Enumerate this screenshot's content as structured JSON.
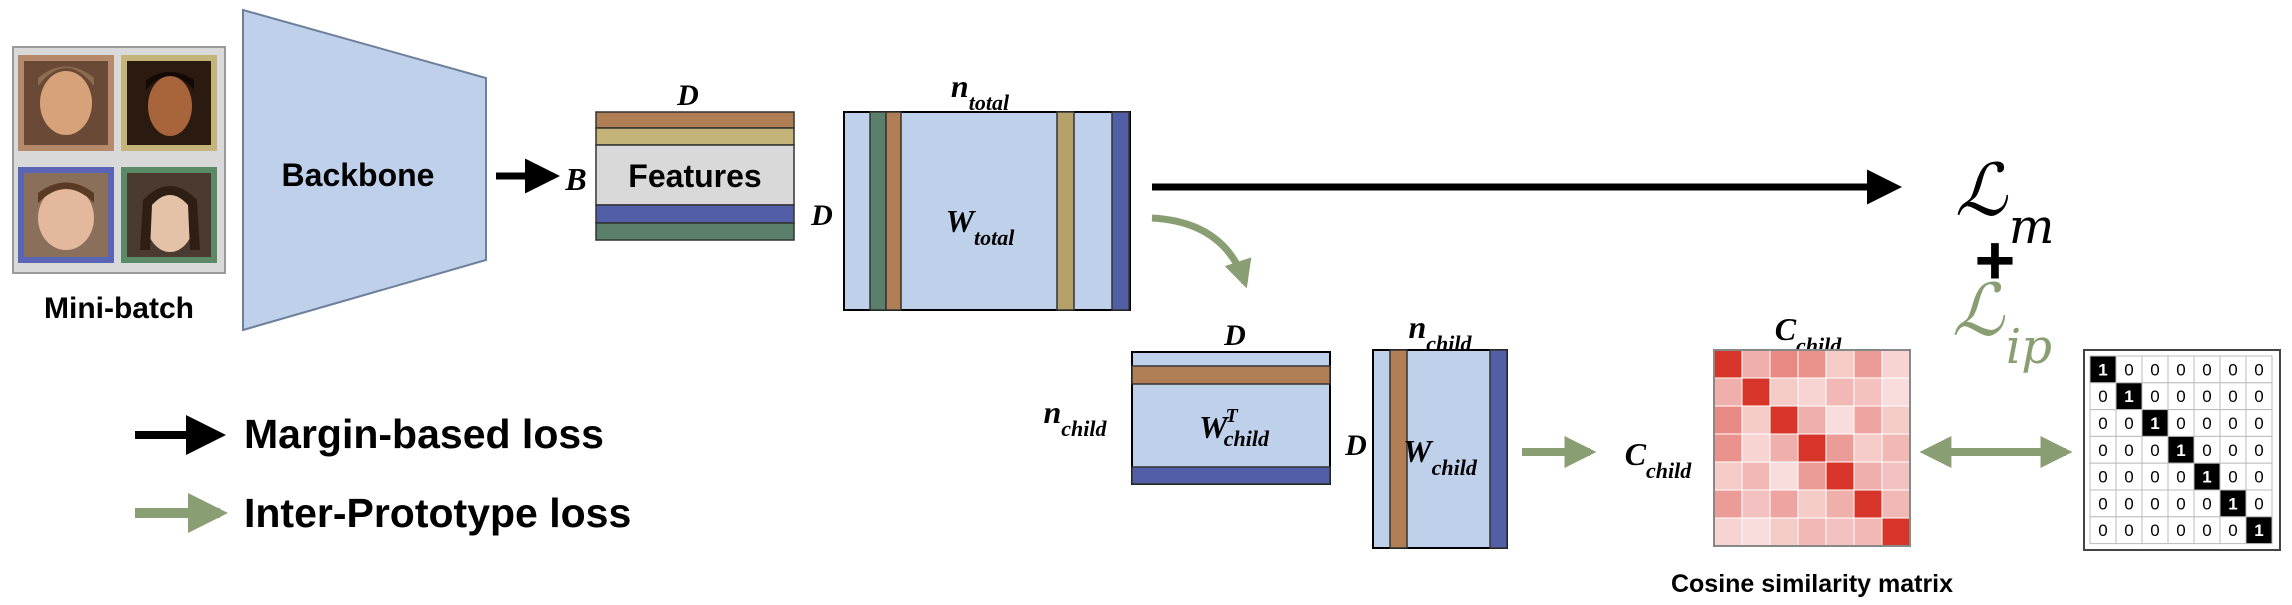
{
  "labels": {
    "mini_batch": "Mini-batch",
    "backbone": "Backbone",
    "batch_dim": "B",
    "features": "Features",
    "d": "D",
    "n": "n",
    "w": "W",
    "c": "C",
    "sub_total": "total",
    "sub_child": "child",
    "sup_t": "T",
    "loss_m_script": "ℒ",
    "loss_m_sub": "m",
    "plus": "+",
    "loss_ip_script": "ℒ",
    "loss_ip_sub": "ip",
    "cosine_similarity_matrix": "Cosine similarity matrix"
  },
  "legend": {
    "margin_based_loss": "Margin-based loss",
    "inter_prototype_loss": "Inter-Prototype loss"
  },
  "colors": {
    "black_arrow": "#000000",
    "green_arrow": "#8a9e74",
    "light_blue": "#bfd0ea",
    "stripe_brown": "#b07f56",
    "stripe_gold": "#b5a06a",
    "stripe_purple": "#525ea6",
    "stripe_green": "#5a7f6a",
    "features_gray": "#d9d9d9",
    "heat_red": "#d8352a"
  },
  "images": [
    {
      "name": "face-image-1",
      "frame_color": "#b58a6a"
    },
    {
      "name": "face-image-2",
      "frame_color": "#c5b47a"
    },
    {
      "name": "face-image-3",
      "frame_color": "#5a66b5"
    },
    {
      "name": "face-image-4",
      "frame_color": "#5a8a66"
    }
  ],
  "cosine_matrix": [
    [
      1.0,
      0.35,
      0.55,
      0.5,
      0.2,
      0.45,
      0.15
    ],
    [
      0.35,
      1.0,
      0.2,
      0.15,
      0.3,
      0.25,
      0.1
    ],
    [
      0.55,
      0.2,
      1.0,
      0.35,
      0.1,
      0.4,
      0.2
    ],
    [
      0.5,
      0.15,
      0.35,
      1.0,
      0.45,
      0.2,
      0.3
    ],
    [
      0.2,
      0.3,
      0.1,
      0.45,
      1.0,
      0.35,
      0.25
    ],
    [
      0.45,
      0.25,
      0.4,
      0.2,
      0.35,
      1.0,
      0.3
    ],
    [
      0.15,
      0.1,
      0.2,
      0.3,
      0.25,
      0.3,
      1.0
    ]
  ],
  "identity_matrix": [
    [
      1,
      0,
      0,
      0,
      0,
      0,
      0
    ],
    [
      0,
      1,
      0,
      0,
      0,
      0,
      0
    ],
    [
      0,
      0,
      1,
      0,
      0,
      0,
      0
    ],
    [
      0,
      0,
      0,
      1,
      0,
      0,
      0
    ],
    [
      0,
      0,
      0,
      0,
      1,
      0,
      0
    ],
    [
      0,
      0,
      0,
      0,
      0,
      1,
      0
    ],
    [
      0,
      0,
      0,
      0,
      0,
      0,
      1
    ]
  ]
}
